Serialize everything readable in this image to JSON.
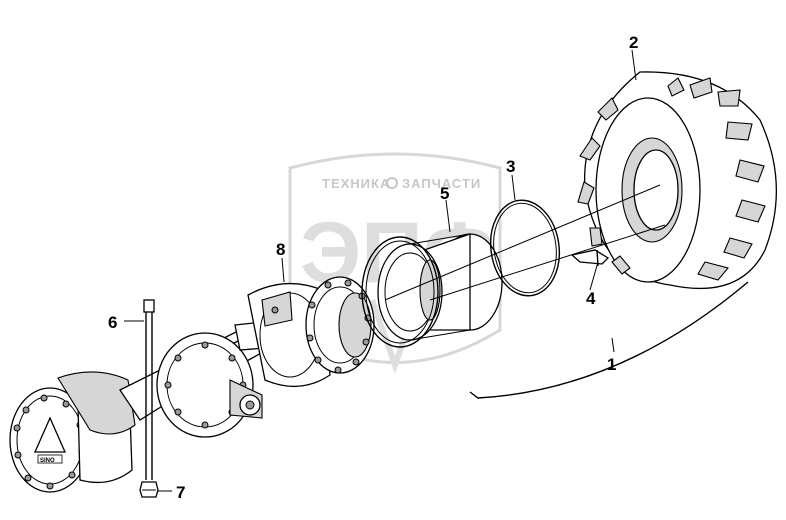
{
  "watermark": {
    "left_word": "ТЕХНИКА",
    "right_word": "ЗАПЧАСТИ",
    "big_letters": "ЭПФ",
    "color": "#b8b8b8"
  },
  "callouts": [
    {
      "id": "1",
      "label": "1"
    },
    {
      "id": "2",
      "label": "2"
    },
    {
      "id": "3",
      "label": "3"
    },
    {
      "id": "4",
      "label": "4"
    },
    {
      "id": "5",
      "label": "5"
    },
    {
      "id": "6",
      "label": "6"
    },
    {
      "id": "7",
      "label": "7"
    },
    {
      "id": "8",
      "label": "8"
    }
  ],
  "hub_plate_label": "SINO",
  "colors": {
    "line": "#000000",
    "shade": "#d6d6d6",
    "background": "#ffffff"
  }
}
